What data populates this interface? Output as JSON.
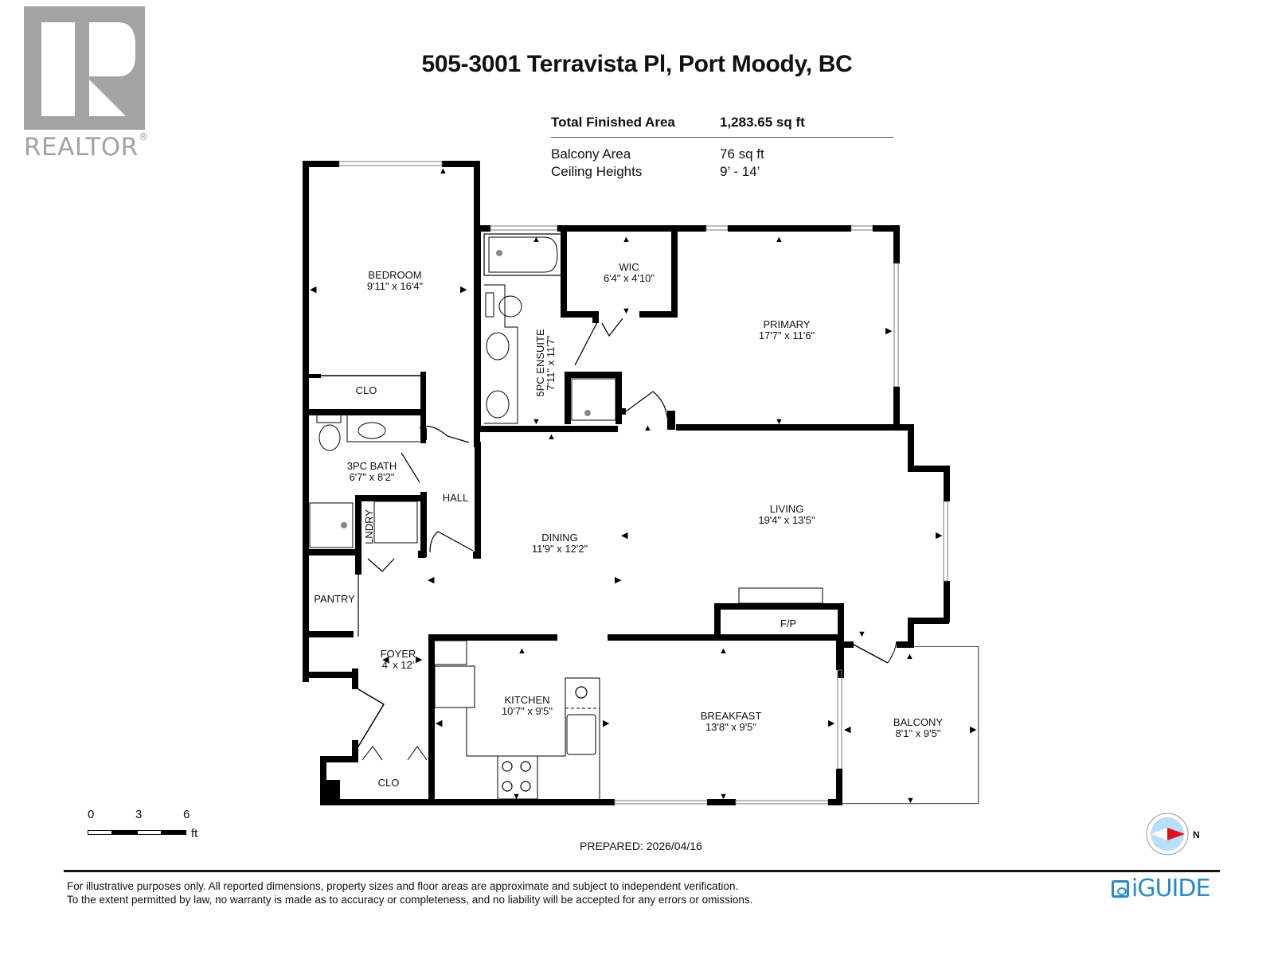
{
  "branding": {
    "realtor_logo_text": "REALTOR",
    "realtor_mark": "®",
    "iguide_text": "iGUIDE"
  },
  "header": {
    "title": "505-3001 Terravista Pl, Port Moody, BC"
  },
  "areas": {
    "total": {
      "label": "Total Finished Area",
      "value": "1,283.65 sq ft"
    },
    "balcony": {
      "label": "Balcony Area",
      "value": "76 sq ft"
    },
    "ceiling": {
      "label": "Ceiling Heights",
      "value": "9’ - 14’"
    }
  },
  "rooms": {
    "bedroom": {
      "name": "BEDROOM",
      "dims": "9'11\" x 16'4\""
    },
    "clo_bedroom": {
      "name": "CLO"
    },
    "bath3": {
      "name": "3PC BATH",
      "dims": "6'7\" x 8'2\""
    },
    "hall": {
      "name": "HALL"
    },
    "lndry": {
      "name": "LNDRY"
    },
    "pantry": {
      "name": "PANTRY"
    },
    "foyer": {
      "name": "FOYER",
      "dims": "4' x 12'"
    },
    "clo_foyer": {
      "name": "CLO"
    },
    "ensuite": {
      "name": "5PC ENSUITE",
      "dims": "7'11\" x 11'7\""
    },
    "wic": {
      "name": "WIC",
      "dims": "6'4\" x 4'10\""
    },
    "primary": {
      "name": "PRIMARY",
      "dims": "17'7\" x 11'6\""
    },
    "dining": {
      "name": "DINING",
      "dims": "11'9\" x 12'2\""
    },
    "living": {
      "name": "LIVING",
      "dims": "19'4\" x 13'5\""
    },
    "fireplace": {
      "name": "F/P"
    },
    "kitchen": {
      "name": "KITCHEN",
      "dims": "10'7\" x 9'5\""
    },
    "breakfast": {
      "name": "BREAKFAST",
      "dims": "13'8\" x 9'5\""
    },
    "balcony": {
      "name": "BALCONY",
      "dims": "8'1\" x 9'5\""
    }
  },
  "scale": {
    "ticks": [
      "0",
      "3",
      "6"
    ],
    "unit": "ft"
  },
  "prepared": "PREPARED: 2026/04/16",
  "compass": {
    "label": "N",
    "needle_color": "#e0101a",
    "disc_color": "#b9defa"
  },
  "disclaimer": {
    "line1": "For illustrative purposes only. All reported dimensions, property sizes and floor areas are approximate and subject to independent verification.",
    "line2": "To the extent permitted by law, no warranty is made as to accuracy or completeness, and no liability will be accepted for any errors or omissions."
  },
  "colors": {
    "wall": "#000000",
    "realtor_gray": "#a3a3a3",
    "iguide_blue": "#2a8cc6"
  }
}
